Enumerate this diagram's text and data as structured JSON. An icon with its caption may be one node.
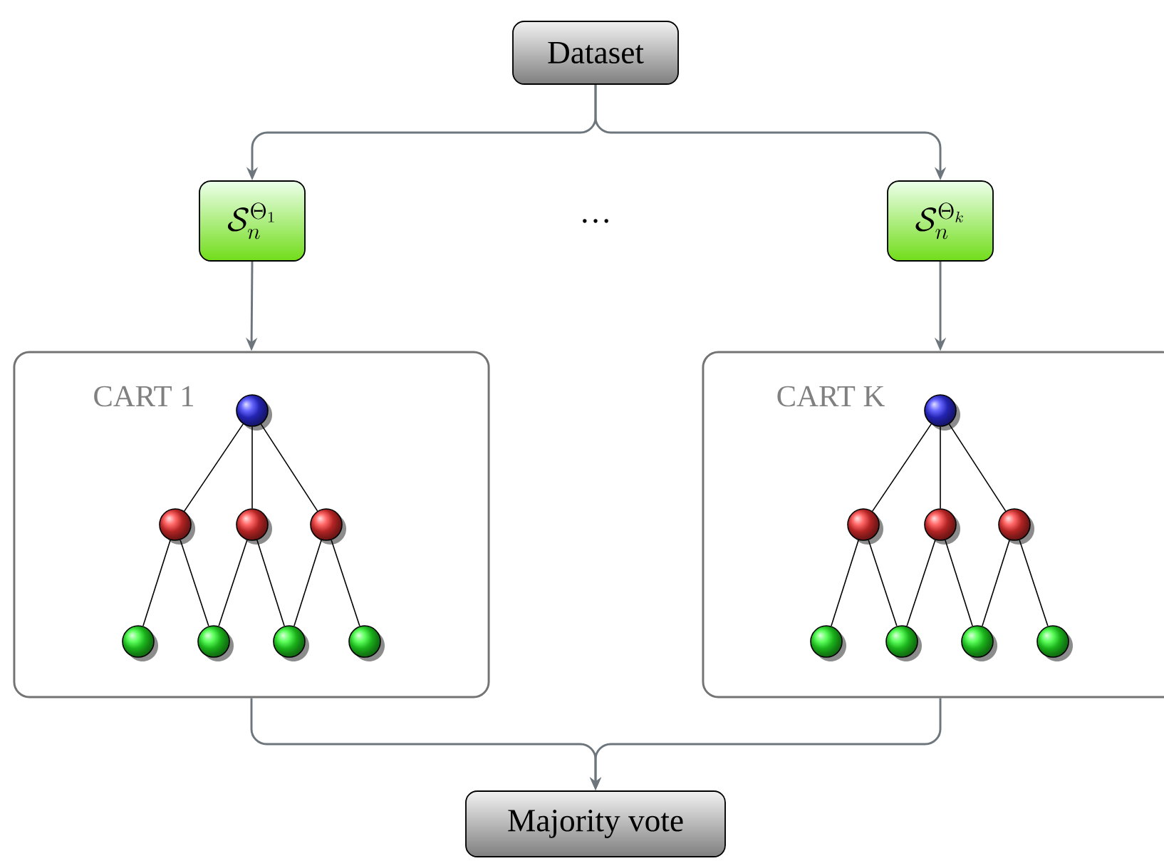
{
  "diagram": {
    "nodes": [
      {
        "text": [
          "Dataset"
        ]
      },
      {
        "text": [
          "\\mathcal{S}_n^{\\Theta_1}"
        ]
      },
      {
        "text": [
          "\\mathcal{S}_n^{\\Theta_k}"
        ]
      },
      {
        "text": [
          "CART 1"
        ]
      },
      {
        "text": [],
        "shape": "circle",
        "in": 3
      },
      {
        "text": [],
        "shape": "circle",
        "in": 3
      },
      {
        "text": [],
        "shape": "circle",
        "in": 3
      },
      {
        "text": [],
        "shape": "circle",
        "in": 3
      },
      {
        "text": [],
        "shape": "circle",
        "in": 3
      },
      {
        "text": [],
        "shape": "circle",
        "in": 3
      },
      {
        "text": [],
        "shape": "circle",
        "in": 3
      },
      {
        "text": [],
        "shape": "circle",
        "in": 3
      },
      {
        "text": [
          "CART K"
        ]
      },
      {
        "text": [],
        "shape": "circle",
        "in": 12
      },
      {
        "text": [],
        "shape": "circle",
        "in": 12
      },
      {
        "text": [],
        "shape": "circle",
        "in": 12
      },
      {
        "text": [],
        "shape": "circle",
        "in": 12
      },
      {
        "text": [],
        "shape": "circle",
        "in": 12
      },
      {
        "text": [],
        "shape": "circle",
        "in": 12
      },
      {
        "text": [],
        "shape": "circle",
        "in": 12
      },
      {
        "text": [],
        "shape": "circle",
        "in": 12
      },
      {
        "text": [
          "Majority vote"
        ]
      }
    ],
    "edges": [
      {
        "from": 0,
        "to": 1,
        "arrow": "to",
        "color": "#6d767c"
      },
      {
        "from": 0,
        "to": 2,
        "arrow": "to",
        "color": "#6d767c"
      },
      {
        "from": 1,
        "to": 3,
        "arrow": "to",
        "color": "#6d767c"
      },
      {
        "from": 2,
        "to": 12,
        "arrow": "to",
        "color": "#6d767c"
      },
      {
        "from": 4,
        "to": 5,
        "arrow": "none"
      },
      {
        "from": 4,
        "to": 6,
        "arrow": "none"
      },
      {
        "from": 4,
        "to": 7,
        "arrow": "none"
      },
      {
        "from": 5,
        "to": 8,
        "arrow": "none"
      },
      {
        "from": 5,
        "to": 9,
        "arrow": "none"
      },
      {
        "from": 6,
        "to": 9,
        "arrow": "none"
      },
      {
        "from": 6,
        "to": 10,
        "arrow": "none"
      },
      {
        "from": 7,
        "to": 10,
        "arrow": "none"
      },
      {
        "from": 7,
        "to": 11,
        "arrow": "none"
      },
      {
        "from": 13,
        "to": 14,
        "arrow": "none"
      },
      {
        "from": 13,
        "to": 15,
        "arrow": "none"
      },
      {
        "from": 13,
        "to": 16,
        "arrow": "none"
      },
      {
        "from": 14,
        "to": 17,
        "arrow": "none"
      },
      {
        "from": 14,
        "to": 18,
        "arrow": "none"
      },
      {
        "from": 15,
        "to": 18,
        "arrow": "none"
      },
      {
        "from": 15,
        "to": 19,
        "arrow": "none"
      },
      {
        "from": 16,
        "to": 19,
        "arrow": "none"
      },
      {
        "from": 16,
        "to": 20,
        "arrow": "none"
      },
      {
        "from": 3,
        "to": 21,
        "arrow": "to",
        "color": "#6d767c"
      },
      {
        "from": 12,
        "to": 21,
        "arrow": "to",
        "color": "#6d767c"
      }
    ],
    "labels": [
      "…"
    ]
  }
}
